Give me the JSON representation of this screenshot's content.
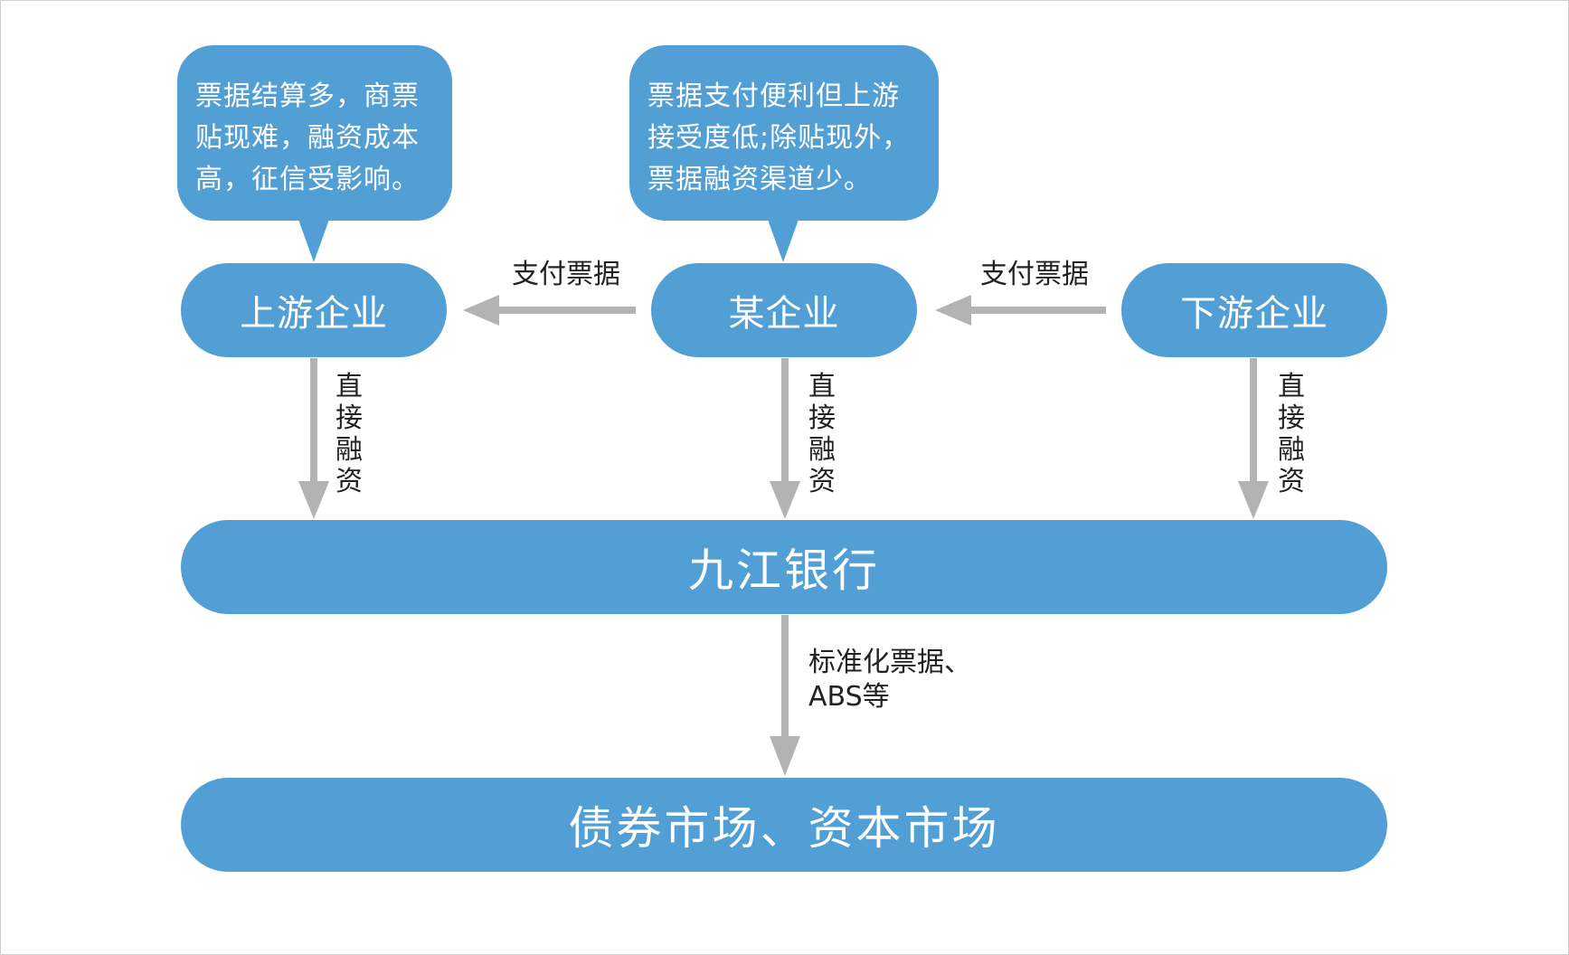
{
  "bubbles": {
    "upstream_note": "票据结算多，商票贴现难，融资成本高，征信受影响。",
    "company_note": "票据支付便利但上游接受度低;除贴现外，票据融资渠道少。"
  },
  "nodes": {
    "upstream": "上游企业",
    "company": "某企业",
    "downstream": "下游企业",
    "bank": "九江银行",
    "markets": "债券市场、资本市场"
  },
  "edges": {
    "pay_bills_left": "支付票据",
    "pay_bills_right": "支付票据",
    "direct_financing_upstream": "直接融资",
    "direct_financing_company": "直接融资",
    "direct_financing_downstream": "直接融资",
    "bank_to_market_line1": "标准化票据、",
    "bank_to_market_line2": "ABS等"
  },
  "colors": {
    "node_fill": "#529fd6",
    "node_text": "#ffffff",
    "arrow": "#b3b3b3",
    "label_text": "#222222"
  }
}
